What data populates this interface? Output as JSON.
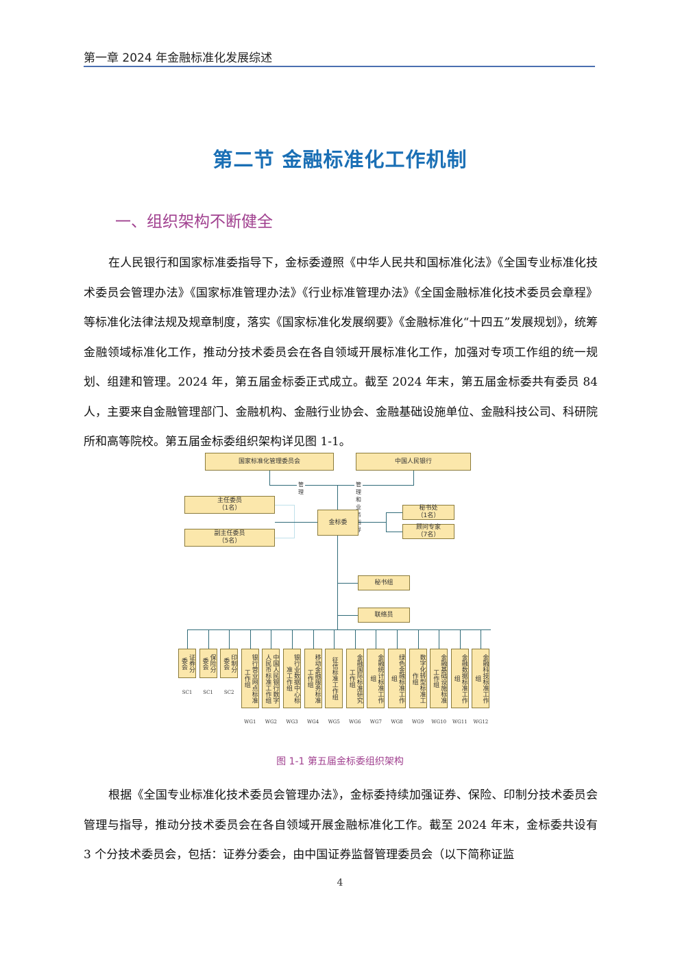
{
  "header": {
    "title": "第一章 2024 年金融标准化发展综述"
  },
  "section_title": "第二节  金融标准化工作机制",
  "subsection_title": "一、组织架构不断健全",
  "paragraphs": {
    "p1": "在人民银行和国家标准委指导下，金标委遵照《中华人民共和国标准化法》《全国专业标准化技术委员会管理办法》《国家标准管理办法》《行业标准管理办法》《全国金融标准化技术委员会章程》等标准化法律法规及规章制度，落实《国家标准化发展纲要》《金融标准化“十四五”发展规划》，统筹金融领域标准化工作，推动分技术委员会在各自领域开展标准化工作，加强对专项工作组的统一规划、组建和管理。2024 年，第五届金标委正式成立。截至 2024 年末，第五届金标委共有委员 84 人，主要来自金融管理部门、金融机构、金融行业协会、金融基础设施单位、金融科技公司、科研院所和高等院校。第五届金标委组织架构详见图 1-1。",
    "p2": "根据《全国专业标准化技术委员会管理办法》，金标委持续加强证券、保险、印制分技术委员会管理与指导，推动分技术委员会在各自领域开展金融标准化工作。截至 2024 年末，金标委共设有 3 个分技术委员会，包括：证券分委会，由中国证券监督管理委员会（以下简称证监"
  },
  "org_chart": {
    "top_left": "国家标准化管理委员会",
    "top_right": "中国人民银行",
    "label_manage": "管理",
    "label_guide": "管理和业务指导",
    "left_box_1": {
      "name": "主任委员",
      "note": "（1名）"
    },
    "left_box_2": {
      "name": "副主任委员",
      "note": "（5名）"
    },
    "center": "金标委",
    "right_box_1": {
      "name": "秘书处",
      "note": "（1名）"
    },
    "right_box_2": {
      "name": "顾问专家",
      "note": "（7名）"
    },
    "mid_box_1": "秘书组",
    "mid_box_2": "联络员",
    "subcommittees": [
      {
        "name": "证券分委会",
        "code": "SC1"
      },
      {
        "name": "保险分委会",
        "code": "SC1"
      },
      {
        "name": "印制分委会",
        "code": "SC2"
      }
    ],
    "working_groups": [
      {
        "name": "银行营业网点标准工作组",
        "code": "WG1"
      },
      {
        "name": "中国人民银行数字人民币标准工作组",
        "code": "WG2"
      },
      {
        "name": "银行业数据中心标准工作组",
        "code": "WG3"
      },
      {
        "name": "移动金融服务标准工作组",
        "code": "WG4"
      },
      {
        "name": "征信标准工作组",
        "code": "WG5"
      },
      {
        "name": "金融国际标准研究工作组",
        "code": "WG6"
      },
      {
        "name": "金融统计标准工作组",
        "code": "WG7"
      },
      {
        "name": "绿色金融标准工作组",
        "code": "WG8"
      },
      {
        "name": "数字化转型标准工作组",
        "code": "WG9"
      },
      {
        "name": "金融基础设施标准工作组",
        "code": "WG10"
      },
      {
        "name": "金融数据标准工作组",
        "code": "WG11"
      },
      {
        "name": "金融科技标准工作组",
        "code": "WG12"
      }
    ]
  },
  "caption": "图 1-1  第五届金标委组织架构",
  "page_number": "4"
}
